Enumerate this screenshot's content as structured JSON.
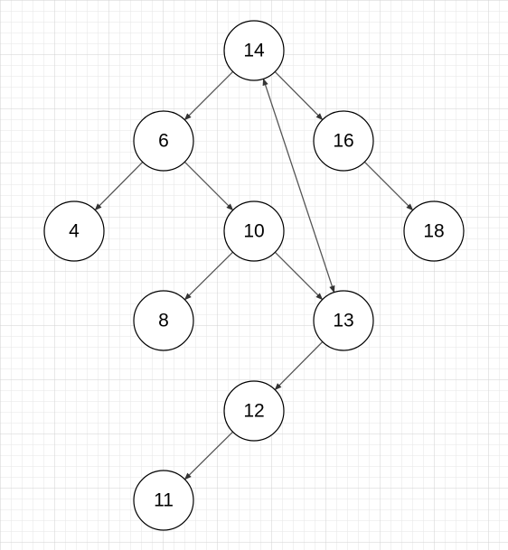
{
  "diagram": {
    "type": "binary-tree",
    "colors": {
      "background": "#ffffff",
      "grid_minor": "#e6e6e6",
      "grid_major": "#d2d2d2",
      "node_fill": "#ffffff",
      "node_stroke": "#000000",
      "edge": "#555555",
      "text": "#000000"
    },
    "nodes": [
      {
        "id": "n14",
        "label": "14"
      },
      {
        "id": "n6",
        "label": "6"
      },
      {
        "id": "n16",
        "label": "16"
      },
      {
        "id": "n4",
        "label": "4"
      },
      {
        "id": "n10",
        "label": "10"
      },
      {
        "id": "n18",
        "label": "18"
      },
      {
        "id": "n8",
        "label": "8"
      },
      {
        "id": "n13",
        "label": "13"
      },
      {
        "id": "n12",
        "label": "12"
      },
      {
        "id": "n11",
        "label": "11"
      }
    ],
    "edges": [
      {
        "from": "n14",
        "to": "n6",
        "direction": "forward"
      },
      {
        "from": "n14",
        "to": "n16",
        "direction": "forward"
      },
      {
        "from": "n6",
        "to": "n4",
        "direction": "forward"
      },
      {
        "from": "n6",
        "to": "n10",
        "direction": "forward"
      },
      {
        "from": "n16",
        "to": "n18",
        "direction": "forward"
      },
      {
        "from": "n10",
        "to": "n8",
        "direction": "forward"
      },
      {
        "from": "n10",
        "to": "n13",
        "direction": "forward"
      },
      {
        "from": "n13",
        "to": "n12",
        "direction": "forward"
      },
      {
        "from": "n12",
        "to": "n11",
        "direction": "forward"
      },
      {
        "from": "n14",
        "to": "n13",
        "direction": "both"
      }
    ]
  }
}
